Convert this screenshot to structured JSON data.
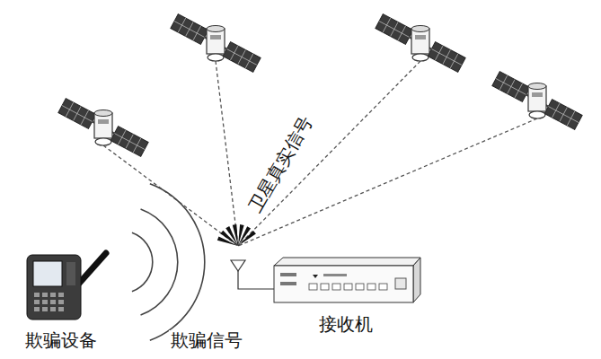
{
  "diagram": {
    "nodes": [
      {
        "text": [
          "欺骗设备"
        ]
      },
      {
        "text": [
          "接收机"
        ]
      }
    ],
    "labels": [
      "卫星真实信号",
      "欺骗信号"
    ]
  }
}
